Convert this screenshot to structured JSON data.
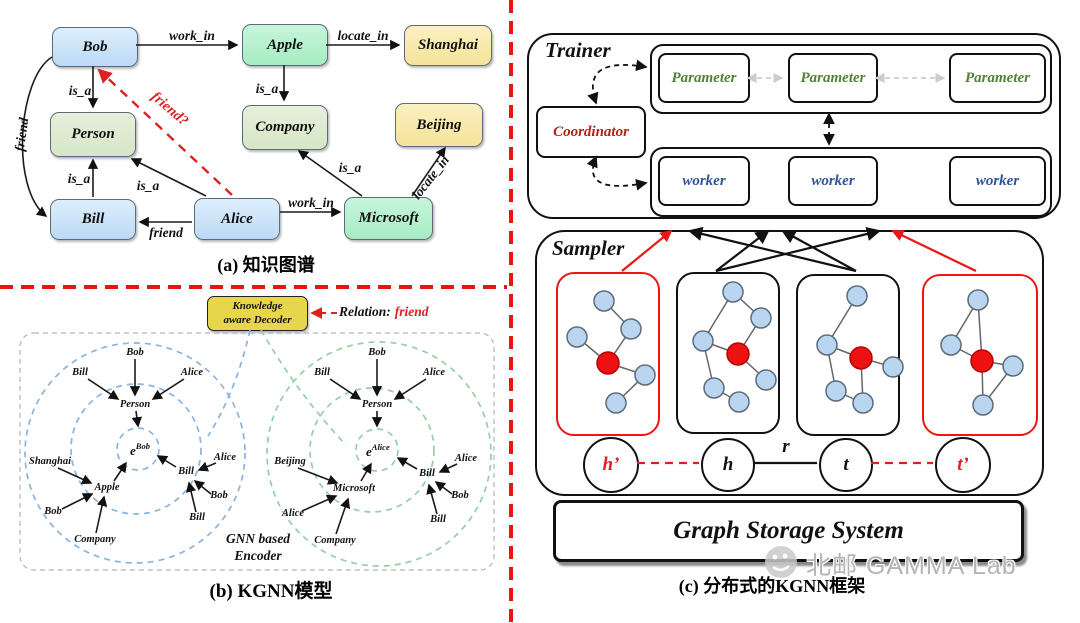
{
  "colors": {
    "divider_red": "#e81515",
    "accent_red": "#e02020",
    "node_blue": "#bcd9f6",
    "node_mint": "#a5ecc2",
    "node_pale_green": "#d5e6c6",
    "node_yellow": "#f5e39a",
    "decoder_yellow": "#e7d54b",
    "parameter_green": "#538135",
    "worker_blue": "#2e5396",
    "coordinator_red": "#b02418",
    "graph_node_blue": "#b9d5f0",
    "graph_node_red": "#ee1111",
    "ring_blue": "#8ab4e0",
    "ring_green": "#96cfa6"
  },
  "panel_a": {
    "caption": "(a) 知识图谱",
    "nodes": {
      "bob": "Bob",
      "apple": "Apple",
      "shanghai": "Shanghai",
      "person": "Person",
      "company": "Company",
      "beijing": "Beijing",
      "bill": "Bill",
      "alice": "Alice",
      "microsoft": "Microsoft"
    },
    "edges": {
      "bob_apple": "work_in",
      "apple_shanghai": "locate_in",
      "bob_person": "is_a",
      "apple_company": "is_a",
      "bob_bill_friend": "friend",
      "bill_person": "is_a",
      "alice_person": "is_a",
      "alice_bill_friend": "friend",
      "alice_microsoft": "work_in",
      "microsoft_company": "is_a",
      "microsoft_beijing": "locate_in",
      "alice_bob_friend": "friend?"
    }
  },
  "panel_b": {
    "caption": "(b) KGNN模型",
    "decoder_line1": "Knowledge",
    "decoder_line2": "aware Decoder",
    "relation_label": "Relation:",
    "relation_value": "friend",
    "encoder_line1": "GNN based",
    "encoder_line2": "Encoder",
    "left": {
      "bob_top": "Bob",
      "bill_top": "Bill",
      "alice_top": "Alice",
      "person": "Person",
      "center_base": "e",
      "center_sup": "Bob",
      "shanghai": "Shanghai",
      "apple": "Apple",
      "bob_left": "Bob",
      "company": "Company",
      "bill_hub": "Bill",
      "alice_right": "Alice",
      "bob_right": "Bob",
      "bill_bottom": "Bill"
    },
    "right": {
      "bob_top": "Bob",
      "bill_top": "Bill",
      "alice_top": "Alice",
      "person": "Person",
      "center_base": "e",
      "center_sup": "Alice",
      "beijing": "Beijing",
      "microsoft": "Microsoft",
      "alice_left": "Alice",
      "company": "Company",
      "bill_hub": "Bill",
      "alice_right": "Alice",
      "bob_right": "Bob",
      "bill_bottom": "Bill"
    }
  },
  "panel_c": {
    "caption": "(c) 分布式的KGNN框架",
    "trainer_label": "Trainer",
    "coordinator_label": "Coordinator",
    "parameters": [
      "Parameter",
      "Parameter",
      "Parameter"
    ],
    "workers": [
      "worker",
      "worker",
      "worker"
    ],
    "sampler_label": "Sampler",
    "triple": {
      "h_neg": "h’",
      "h": "h",
      "r": "r",
      "t": "t",
      "t_neg": "t’"
    },
    "storage_label": "Graph Storage System"
  },
  "watermark": {
    "text": "北邮 GAMMA Lab"
  }
}
